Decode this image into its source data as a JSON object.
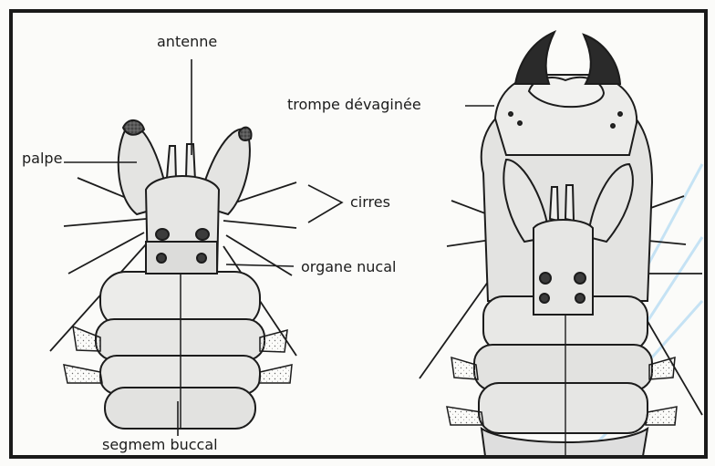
{
  "labels": {
    "antenne": "antenne",
    "palpe": "palpe",
    "cirres": "cirres",
    "organe_nucal": "organe nucal",
    "segment_buccal": "segmem buccal",
    "trompe": "trompe dévaginée"
  },
  "colors": {
    "ink": "#1c1c1c",
    "watermark": "#b8ddf3",
    "frame": "#1a1a1a"
  }
}
